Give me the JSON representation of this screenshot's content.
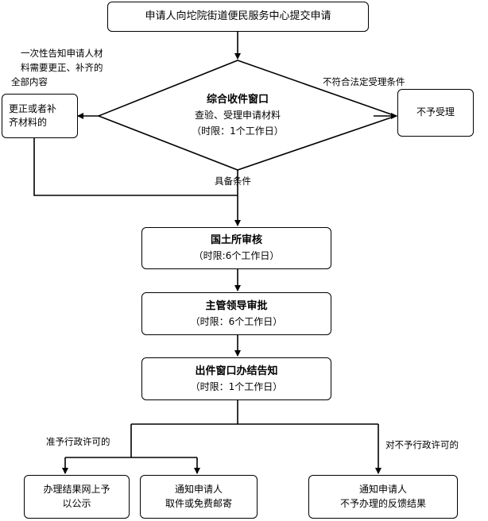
{
  "nodes": {
    "start": "申请人向坨院街道便民服务中心提交申请",
    "window_title": "综合收件窗口",
    "window_desc": "查验、受理申请材料",
    "window_time": "（时限：1个工作日）",
    "supplement_1": "更正或者补",
    "supplement_2": "齐材料的",
    "reject": "不予受理",
    "review_title": "国土所审核",
    "review_time": "（时限:6个工作日）",
    "approve_title": "主管领导审批",
    "approve_time": "（时限：6个工作日）",
    "issue_title": "出件窗口办结告知",
    "issue_time": "（时限：1个工作日）",
    "publish_1": "办理结果网上予",
    "publish_2": "以公示",
    "notify_pickup_1": "通知申请人",
    "notify_pickup_2": "取件或免费邮寄",
    "notify_reject_1": "通知申请人",
    "notify_reject_2": "不予办理的反馈结果"
  },
  "labels": {
    "notify_1": "一次性告知申请人材",
    "notify_2": "料需要更正、补齐的",
    "notify_3": "全部内容",
    "not_meet": "不符合法定受理条件",
    "meets": "具备条件",
    "permit": "准予行政许可的",
    "no_permit": "对不予行政许可的"
  }
}
